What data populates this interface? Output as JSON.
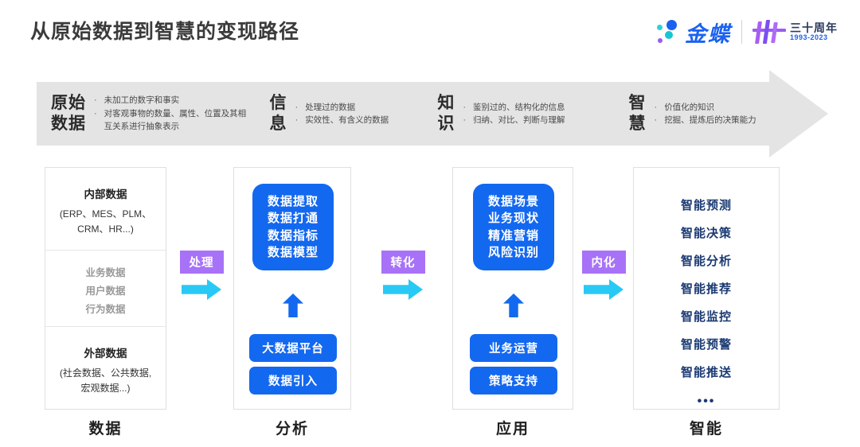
{
  "header": {
    "title": "从原始数据到智慧的变现路径",
    "logo": {
      "brand": "金蝶",
      "anniversary": "三十周年",
      "years": "1993-2023"
    },
    "colors": {
      "brand_blue": "#1b62f0",
      "accent_cyan": "#29c9f5",
      "accent_purple": "#a772f7",
      "card_blue": "#1368f0",
      "navy": "#1b3a73"
    }
  },
  "banner": {
    "columns": [
      {
        "head": "原始\n数据",
        "bullets": [
          "未加工的数字和事实",
          "对客观事物的数量、属性、位置及其相互关系进行抽象表示"
        ]
      },
      {
        "head": "信\n息",
        "bullets": [
          "处理过的数据",
          "实效性、有含义的数据"
        ]
      },
      {
        "head": "知\n识",
        "bullets": [
          "鉴别过的、结构化的信息",
          "归纳、对比、判断与理解"
        ]
      },
      {
        "head": "智\n慧",
        "bullets": [
          "价值化的知识",
          "挖掘、提炼后的决策能力"
        ]
      }
    ]
  },
  "stages": {
    "data": {
      "label": "数据",
      "internal_title": "内部数据",
      "internal_sub": "(ERP、MES、PLM、\nCRM、HR...)",
      "middle": [
        "业务数据",
        "用户数据",
        "行为数据"
      ],
      "external_title": "外部数据",
      "external_sub": "(社会数据、公共数据,\n宏观数据...)"
    },
    "analysis": {
      "label": "分析",
      "card": "数据提取\n数据打通\n数据指标\n数据模型",
      "pills": [
        "大数据平台",
        "数据引入"
      ]
    },
    "application": {
      "label": "应用",
      "card": "数据场景\n业务现状\n精准营销\n风险识别",
      "pills": [
        "业务运营",
        "策略支持"
      ]
    },
    "intelligence": {
      "label": "智能",
      "items": [
        "智能预测",
        "智能决策",
        "智能分析",
        "智能推荐",
        "智能监控",
        "智能预警",
        "智能推送"
      ],
      "ellipsis": "•••"
    }
  },
  "connectors": [
    {
      "tag": "处理"
    },
    {
      "tag": "转化"
    },
    {
      "tag": "内化"
    }
  ]
}
